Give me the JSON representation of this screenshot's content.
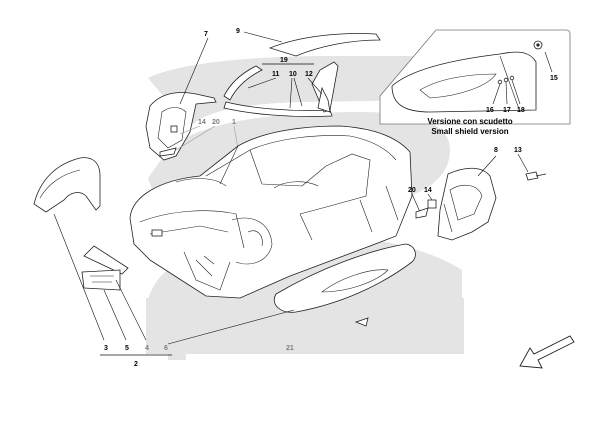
{
  "colors": {
    "watermark": "#e4e4e4",
    "line": "#222222",
    "label": "#000000",
    "label_grey": "#7d7d7d"
  },
  "inset": {
    "caption_line1": "Versione con scudetto",
    "caption_line2": "Small shield version",
    "callouts": [
      "15",
      "16",
      "17",
      "18"
    ]
  },
  "callouts": {
    "c1": "1",
    "c2": "2",
    "c3": "3",
    "c4": "4",
    "c5": "5",
    "c6": "6",
    "c7": "7",
    "c8": "8",
    "c9": "9",
    "c10": "10",
    "c11": "11",
    "c12": "12",
    "c13": "13",
    "c14a": "14",
    "c14b": "14",
    "c19": "19",
    "c20a": "20",
    "c20b": "20",
    "c21": "21"
  },
  "icons": {
    "direction": "direction-arrow-icon"
  }
}
